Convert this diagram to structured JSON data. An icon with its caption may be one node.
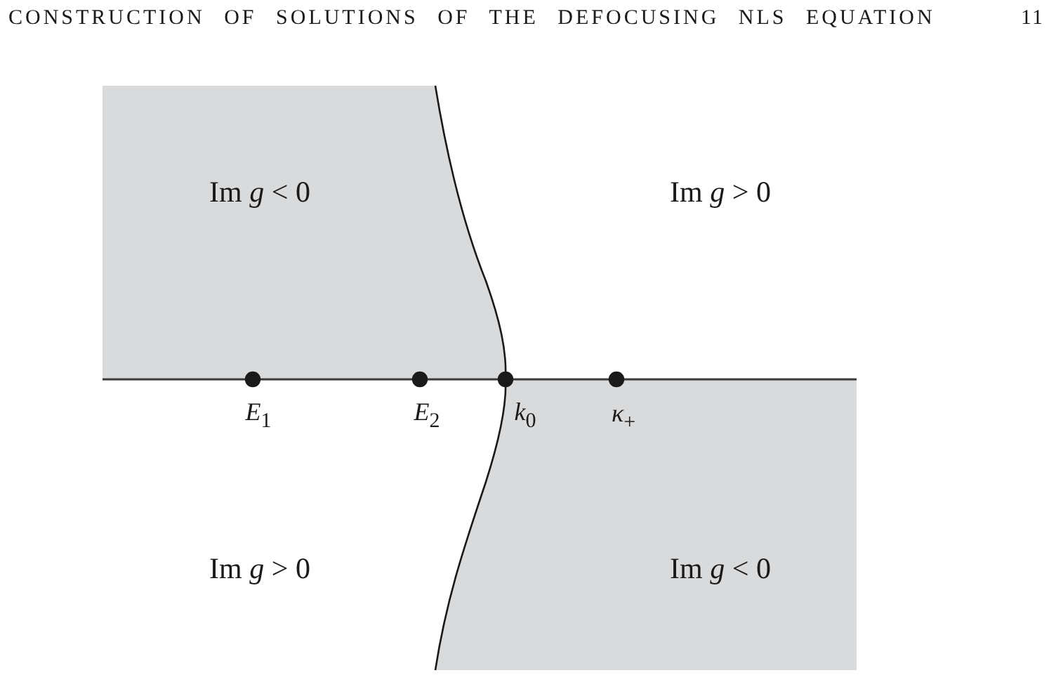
{
  "diagram": {
    "nodes": [
      {
        "text": [
          "Im *g* < 0"
        ]
      },
      {
        "text": [
          "Im *g* < 0"
        ]
      }
    ],
    "labels": [
      "CONSTRUCTION OF SOLUTIONS OF THE DEFOCUSING NLS EQUATION",
      "11",
      "Im *g* > 0",
      "*E*$_{1}$",
      "*E*$_{2}$",
      "*k*$_{0}$",
      "*κ*$_{+}$",
      "Im *g* > 0"
    ]
  }
}
